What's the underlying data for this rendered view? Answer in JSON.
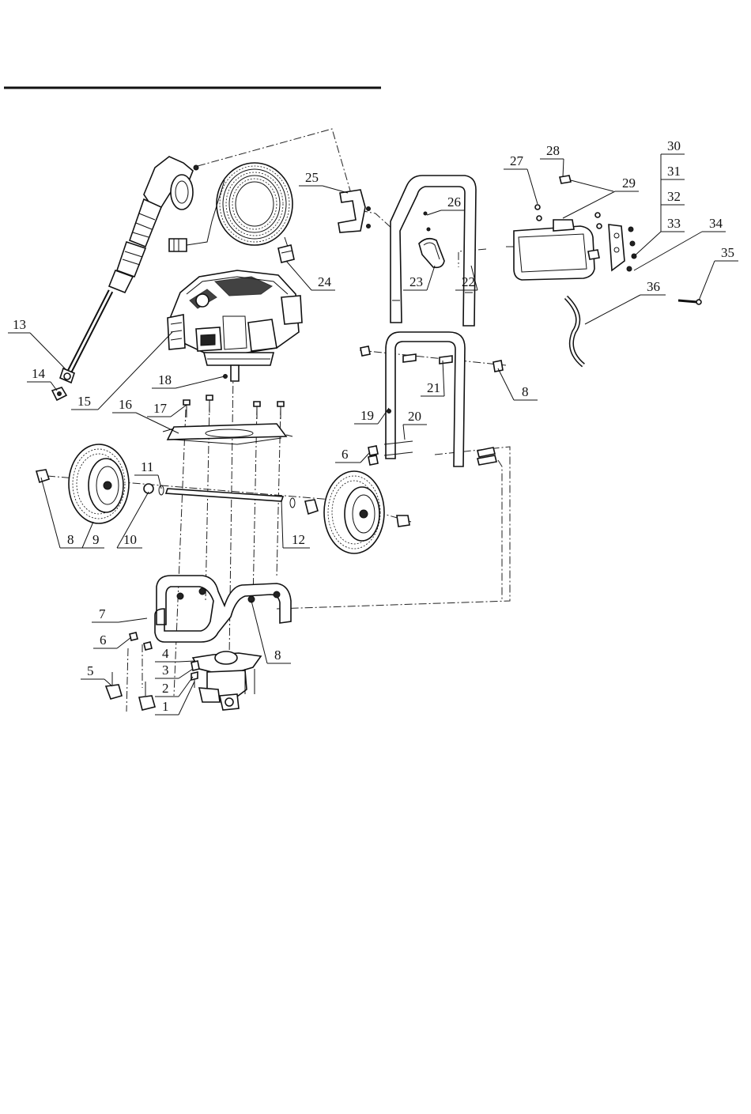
{
  "labels": [
    "1",
    "2",
    "3",
    "4",
    "5",
    "6",
    "6",
    "7",
    "8",
    "8",
    "8",
    "8",
    "9",
    "10",
    "11",
    "12",
    "13",
    "14",
    "15",
    "16",
    "17",
    "18",
    "19",
    "20",
    "21",
    "22",
    "23",
    "24",
    "25",
    "26",
    "27",
    "28",
    "29",
    "30",
    "31",
    "32",
    "33",
    "34",
    "35",
    "36"
  ],
  "colors": {
    "ink": "#111111",
    "background": "#ffffff"
  }
}
